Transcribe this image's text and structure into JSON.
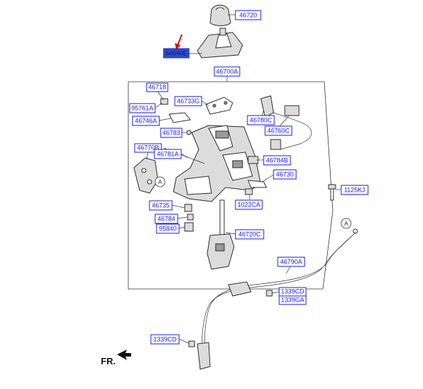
{
  "labels": [
    {
      "id": "46720"
    },
    {
      "id": "84640E",
      "highlighted": true
    },
    {
      "id": "46700A"
    },
    {
      "id": "46718"
    },
    {
      "id": "46733G"
    },
    {
      "id": "95761A"
    },
    {
      "id": "46746A"
    },
    {
      "id": "46780C"
    },
    {
      "id": "46760C"
    },
    {
      "id": "46783"
    },
    {
      "id": "46770B"
    },
    {
      "id": "46781A"
    },
    {
      "id": "46784B"
    },
    {
      "id": "46730"
    },
    {
      "id": "1125KJ"
    },
    {
      "id": "46735"
    },
    {
      "id": "1022CA"
    },
    {
      "id": "46784"
    },
    {
      "id": "95840"
    },
    {
      "id": "46720C"
    },
    {
      "id": "46790A"
    },
    {
      "id": "1339CD"
    },
    {
      "id": "1339GA"
    },
    {
      "id": "1339CD"
    }
  ],
  "callouts": [
    "A",
    "A"
  ],
  "direction_label": "FR.",
  "colors": {
    "label_border": "#1a1ae6",
    "label_text": "#1a1ae6",
    "highlight_fill": "#2a4fd6",
    "arrow": "#e01010"
  }
}
